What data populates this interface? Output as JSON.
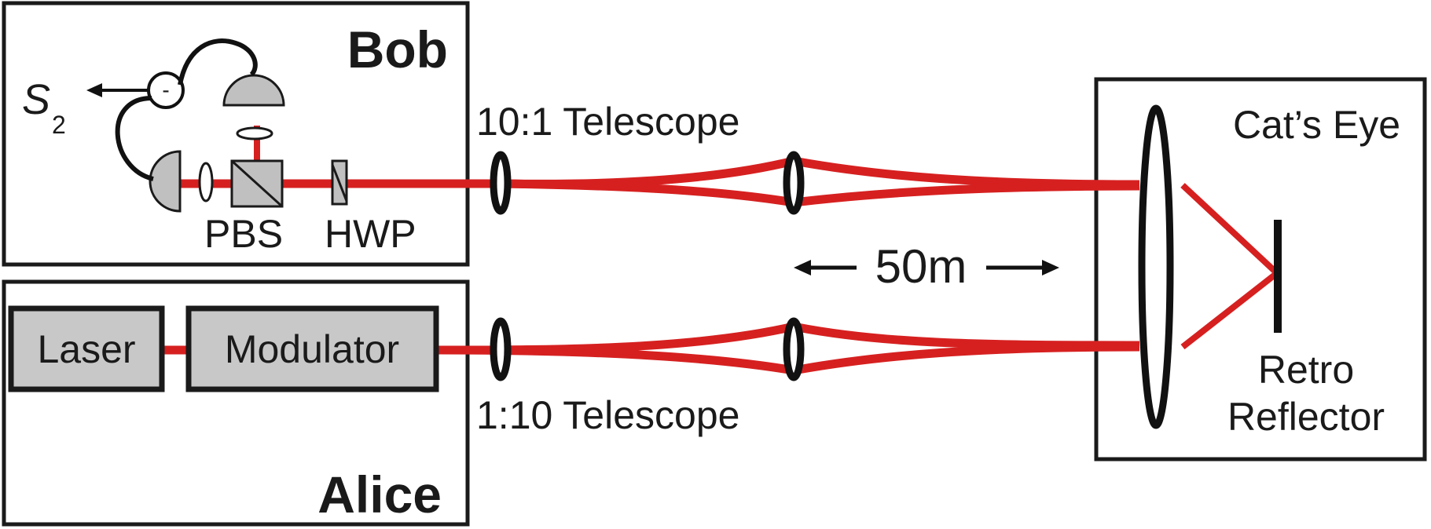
{
  "labels": {
    "bob": "Bob",
    "alice": "Alice",
    "s2": "S",
    "s2_sub": "2",
    "minus": "-",
    "pbs": "PBS",
    "hwp": "HWP",
    "laser": "Laser",
    "modulator": "Modulator",
    "telescope_top": "10:1 Telescope",
    "telescope_bottom": "1:10 Telescope",
    "distance": "50m",
    "cats_eye": "Cat’s Eye",
    "retro_line1": "Retro",
    "retro_line2": "Reflector"
  },
  "colors": {
    "beam": "#d62020",
    "component_fill": "#c0c0c0",
    "outline": "#1a1a1a"
  }
}
